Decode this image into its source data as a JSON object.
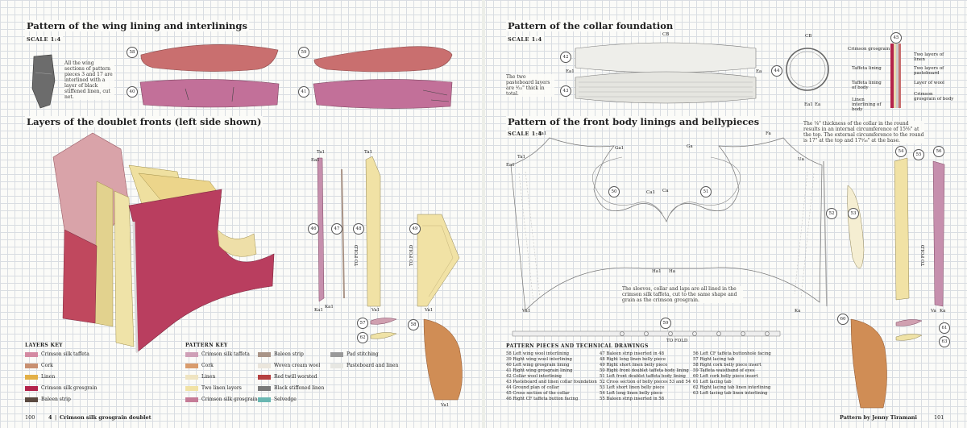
{
  "left_page": {
    "wing_section": {
      "title": "Pattern of the wing lining and interlinings",
      "scale": "SCALE 1:4",
      "note": "All the wing sections of pattern pieces 3 and 17 are interlined with a layer of black stiffened linen, cut net.",
      "piece_numbers": [
        "58",
        "59",
        "40",
        "41"
      ]
    },
    "fronts_section": {
      "title": "Layers of the doublet fronts (left side shown)",
      "piece_numbers": [
        "46",
        "47",
        "48",
        "49",
        "57",
        "62",
        "58"
      ],
      "labels": [
        "Ta1",
        "Ea1",
        "Ka1",
        "Ta1",
        "Va1",
        "Va1",
        "Va1",
        "Ka1",
        "TO FOLD",
        "TO FOLD"
      ]
    },
    "layers_key": {
      "caption": "LAYERS KEY",
      "items": [
        {
          "label": "Crimson silk taffeta",
          "color": "#d48aa2"
        },
        {
          "label": "Cork",
          "color": "#c99070"
        },
        {
          "label": "Linen",
          "color": "#e3b046"
        },
        {
          "label": "Crimson silk grosgrain",
          "color": "#b3234b"
        },
        {
          "label": "Baleen strip",
          "color": "#5b4a40"
        }
      ]
    },
    "pattern_key": {
      "caption": "PATTERN KEY",
      "items": [
        {
          "label": "Crimson silk taffeta",
          "color": "#cfa0b7"
        },
        {
          "label": "Cork",
          "color": "#d99c6c"
        },
        {
          "label": "Linen",
          "color": "#efe4c1"
        },
        {
          "label": "Two linen layers",
          "color": "#f1e2a5"
        },
        {
          "label": "Crimson silk grosgrain",
          "color": "#c57c97"
        },
        {
          "label": "Baleen strip",
          "color": "#a99487"
        },
        {
          "label": "Woven cream wool",
          "color": "#ebe6dc"
        },
        {
          "label": "Red twill worsted",
          "color": "#b54040"
        },
        {
          "label": "Black stiffened linen",
          "color": "#7a7a7a"
        },
        {
          "label": "Selvedge",
          "color": "#6ab7b2"
        },
        {
          "label": "Pad stitching",
          "color": "#999999"
        },
        {
          "label": "Pasteboard and linen",
          "color": "#e7e7e2"
        }
      ]
    },
    "footer": {
      "page_number": "100",
      "chapter": "4",
      "chapter_title": "Crimson silk grosgrain doublet"
    }
  },
  "right_page": {
    "collar_section": {
      "title": "Pattern of the collar foundation",
      "scale": "SCALE 1:4",
      "note": "The two pasteboard layers are ³⁄₃₂\" thick in total.",
      "piece_numbers": [
        "42",
        "43",
        "44",
        "45"
      ],
      "labels": [
        "CB",
        "Ea1",
        "Ea",
        "CB",
        "Ea1",
        "Ea"
      ],
      "cross_section_labels": [
        "Crimson grosgrain",
        "Taffeta lining",
        "Taffeta lining of body",
        "Linen interlining of body",
        "Two layers of linen",
        "Two layers of pasteboard",
        "Layer of wool",
        "Crimson grosgrain of body"
      ]
    },
    "linings_section": {
      "title": "Pattern of the front body linings and bellypieces",
      "scale": "SCALE 1:4",
      "collar_note": "The ⅛\" thickness of the collar in the round results in an internal circumference of 15⅝\" at the top. The external circumference to the round is 17\" at the top and 17³⁄₁₆\" at the base.",
      "sleeves_note": "The sleeves, collar and laps are all lined in the crimson silk taffeta, cut to the same shape and grain as the crimson grosgrain.",
      "piece_numbers": [
        "50",
        "51",
        "52",
        "53",
        "54",
        "55",
        "56",
        "59",
        "60",
        "61",
        "63"
      ],
      "labels": [
        "Fa1",
        "Ta1",
        "Ea1",
        "Ga1",
        "Ga",
        "Fa",
        "Ca1",
        "Ca",
        "Ua",
        "Ha1",
        "Ha",
        "Va1",
        "Ka",
        "Va",
        "Ka"
      ],
      "fold_label": "TO FOLD"
    },
    "pieces_list": {
      "caption": "PATTERN PIECES AND TECHNICAL DRAWINGS",
      "columns": [
        [
          "58 Left wing wool interlining",
          "39 Right wing wool interlining",
          "40 Left wing grosgrain lining",
          "41 Right wing grosgrain lining",
          "42 Collar wool interlining",
          "43 Pasteboard and linen collar foundation",
          "44 Ground plan of collar",
          "45 Cross section of the collar",
          "46 Right CF taffeta button facing"
        ],
        [
          "47 Baleen strip inserted in 48",
          "48 Right long linen belly piece",
          "49 Right short linen belly piece",
          "50 Right front doublet taffeta body lining",
          "51 Left front doublet taffeta body lining",
          "52 Cross section of belly pieces 53 and 54",
          "53 Left short linen belly piece",
          "54 Left long linen belly piece",
          "55 Baleen strip inserted in 58"
        ],
        [
          "56 Left CF taffeta buttonhole facing",
          "57 Right lacing tab",
          "58 Right cork belly piece insert",
          "59 Taffeta waistband of eyes",
          "60 Left cork belly piece insert",
          "61 Left lacing tab",
          "62 Right lacing tab linen interlining",
          "63 Left lacing tab linen interlining"
        ]
      ]
    },
    "footer": {
      "credit": "Pattern by Jenny Tiramani",
      "page_number": "101"
    }
  }
}
